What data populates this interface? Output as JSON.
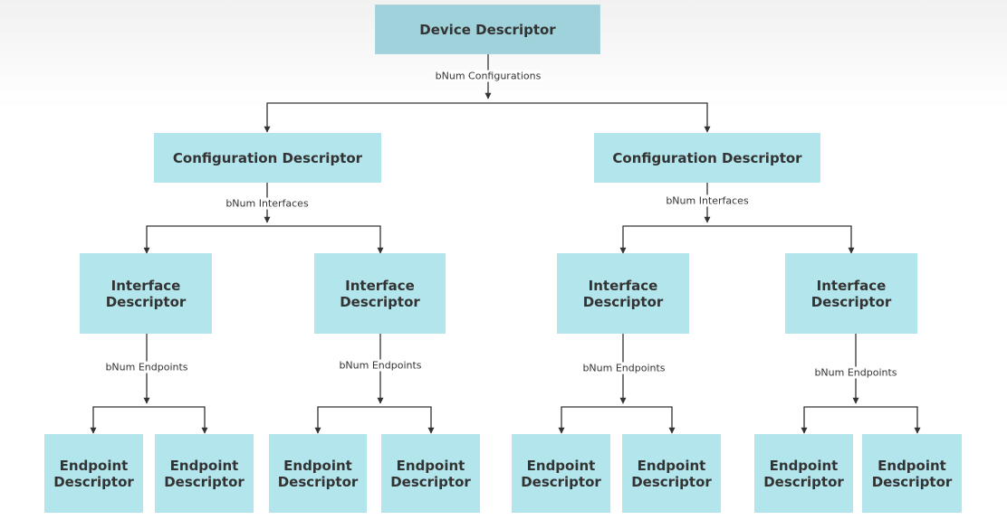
{
  "nodes": {
    "device": "Device Descriptor",
    "config_1": "Configuration Descriptor",
    "config_2": "Configuration Descriptor",
    "interface_1": "Interface Descriptor",
    "interface_2": "Interface Descriptor",
    "interface_3": "Interface Descriptor",
    "interface_4": "Interface Descriptor",
    "endpoint_1": "Endpoint Descriptor",
    "endpoint_2": "Endpoint Descriptor",
    "endpoint_3": "Endpoint Descriptor",
    "endpoint_4": "Endpoint Descriptor",
    "endpoint_5": "Endpoint Descriptor",
    "endpoint_6": "Endpoint Descriptor",
    "endpoint_7": "Endpoint Descriptor",
    "endpoint_8": "Endpoint Descriptor"
  },
  "edge_labels": {
    "device_to_configs": "bNum Configurations",
    "config_1_to_interfaces": "bNum Interfaces",
    "config_2_to_interfaces": "bNum Interfaces",
    "interface_1_to_endpoints": "bNum Endpoints",
    "interface_2_to_endpoints": "bNum Endpoints",
    "interface_3_to_endpoints": "bNum Endpoints",
    "interface_4_to_endpoints": "bNum Endpoints"
  },
  "colors": {
    "device_fill": "#9fd2da",
    "node_fill": "#b2e5ec",
    "connector": "#333333",
    "text": "#333333"
  }
}
